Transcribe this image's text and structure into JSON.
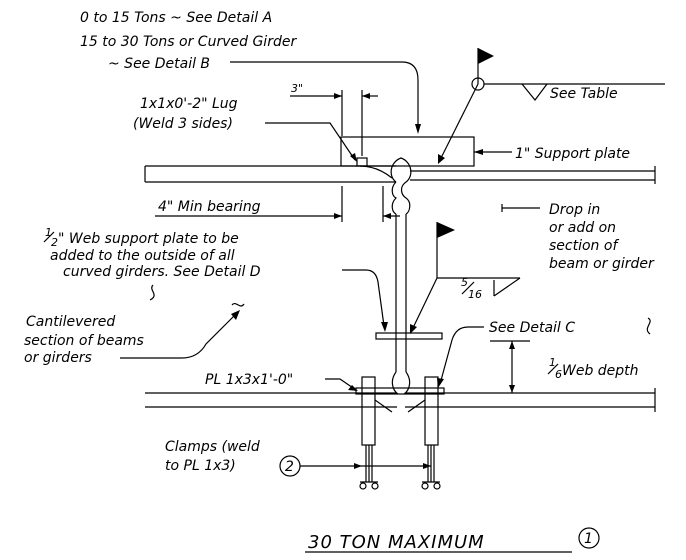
{
  "labels": {
    "detail_a": "0 to 15 Tons ~ See Detail A",
    "detail_b_1": "15 to 30 Tons or Curved Girder",
    "detail_b_2": "~ See Detail B",
    "lug_dim": "3\"",
    "lug_1": "1x1x0'-2\" Lug",
    "lug_2": "(Weld 3 sides)",
    "see_table": "See Table",
    "support_plate": "1\" Support plate",
    "min_bearing": "4\" Min bearing",
    "web_plate_1": "\" Web support plate to be",
    "web_plate_2": "added to the outside of all",
    "web_plate_3": "curved girders. See Detail D",
    "drop_1": "Drop in",
    "drop_2": "or add on",
    "drop_3": "section of",
    "drop_4": "beam or girder",
    "cant_1": "Cantilevered",
    "cant_2": "section of beams",
    "cant_3": "or girders",
    "detail_c": "See Detail C",
    "pl": "PL 1x3x1'-0\"",
    "web_depth": " Web depth",
    "clamps_1": "Clamps (weld",
    "clamps_2": "to PL 1x3)",
    "callout_2": "2",
    "title": "30 TON MAXIMUM",
    "callout_1": "1"
  },
  "fractions": {
    "half": {
      "num": "1",
      "den": "2"
    },
    "five_sixteenths": {
      "num": "5",
      "den": "16"
    },
    "one_sixth": {
      "num": "1",
      "den": "6"
    }
  }
}
